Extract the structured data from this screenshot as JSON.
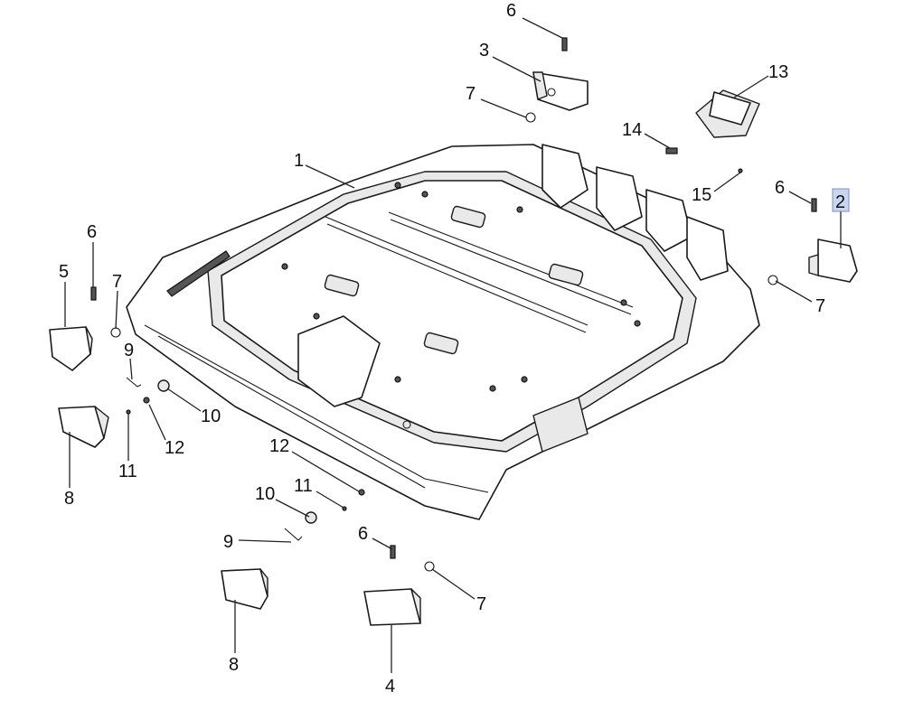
{
  "callouts": [
    {
      "id": "c-6-top",
      "text": "6"
    },
    {
      "id": "c-3",
      "text": "3"
    },
    {
      "id": "c-13",
      "text": "13"
    },
    {
      "id": "c-7-top",
      "text": "7"
    },
    {
      "id": "c-14",
      "text": "14"
    },
    {
      "id": "c-1",
      "text": "1"
    },
    {
      "id": "c-15",
      "text": "15"
    },
    {
      "id": "c-6-right",
      "text": "6"
    },
    {
      "id": "c-2",
      "text": "2"
    },
    {
      "id": "c-7-right",
      "text": "7"
    },
    {
      "id": "c-6-left",
      "text": "6"
    },
    {
      "id": "c-5",
      "text": "5"
    },
    {
      "id": "c-7-left",
      "text": "7"
    },
    {
      "id": "c-9-left",
      "text": "9"
    },
    {
      "id": "c-10-left",
      "text": "10"
    },
    {
      "id": "c-12-left",
      "text": "12"
    },
    {
      "id": "c-11-left",
      "text": "11"
    },
    {
      "id": "c-8-left",
      "text": "8"
    },
    {
      "id": "c-12-mid",
      "text": "12"
    },
    {
      "id": "c-11-mid",
      "text": "11"
    },
    {
      "id": "c-10-mid",
      "text": "10"
    },
    {
      "id": "c-9-mid",
      "text": "9"
    },
    {
      "id": "c-6-bottom",
      "text": "6"
    },
    {
      "id": "c-7-bottom",
      "text": "7"
    },
    {
      "id": "c-8-bottom",
      "text": "8"
    },
    {
      "id": "c-4",
      "text": "4"
    }
  ],
  "highlighted_callout": "2",
  "colors": {
    "line": "#1a1a1a",
    "highlight": "#c9d6f2"
  }
}
